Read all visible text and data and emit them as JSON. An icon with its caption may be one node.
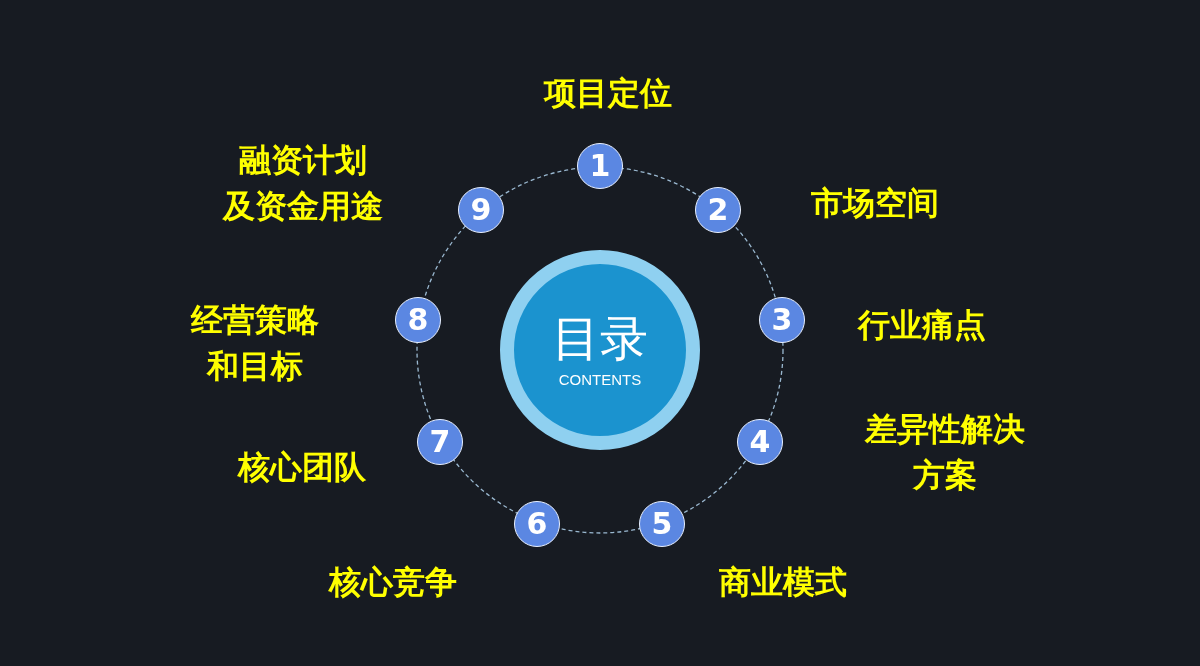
{
  "diagram": {
    "nodes": [
      {
        "text": [
          "目录",
          "CONTENTS"
        ]
      },
      {
        "text": [
          "1"
        ],
        "beside": [
          "项目定位"
        ]
      },
      {
        "text": [
          "2"
        ],
        "beside": [
          "市场空间"
        ]
      },
      {
        "text": [
          "3"
        ],
        "beside": [
          "行业痛点"
        ]
      },
      {
        "text": [
          "4"
        ],
        "beside": [
          "差异性解决方案"
        ]
      },
      {
        "text": [
          "5"
        ],
        "beside": [
          "商业模式"
        ]
      },
      {
        "text": [
          "6"
        ],
        "beside": [
          "核心竞争"
        ]
      },
      {
        "text": [
          "7"
        ],
        "beside": [
          "核心团队"
        ]
      },
      {
        "text": [
          "8"
        ],
        "beside": [
          "经营策略和目标"
        ]
      },
      {
        "text": [
          "9"
        ],
        "beside": [
          "融资计划及资金用途"
        ]
      }
    ]
  }
}
